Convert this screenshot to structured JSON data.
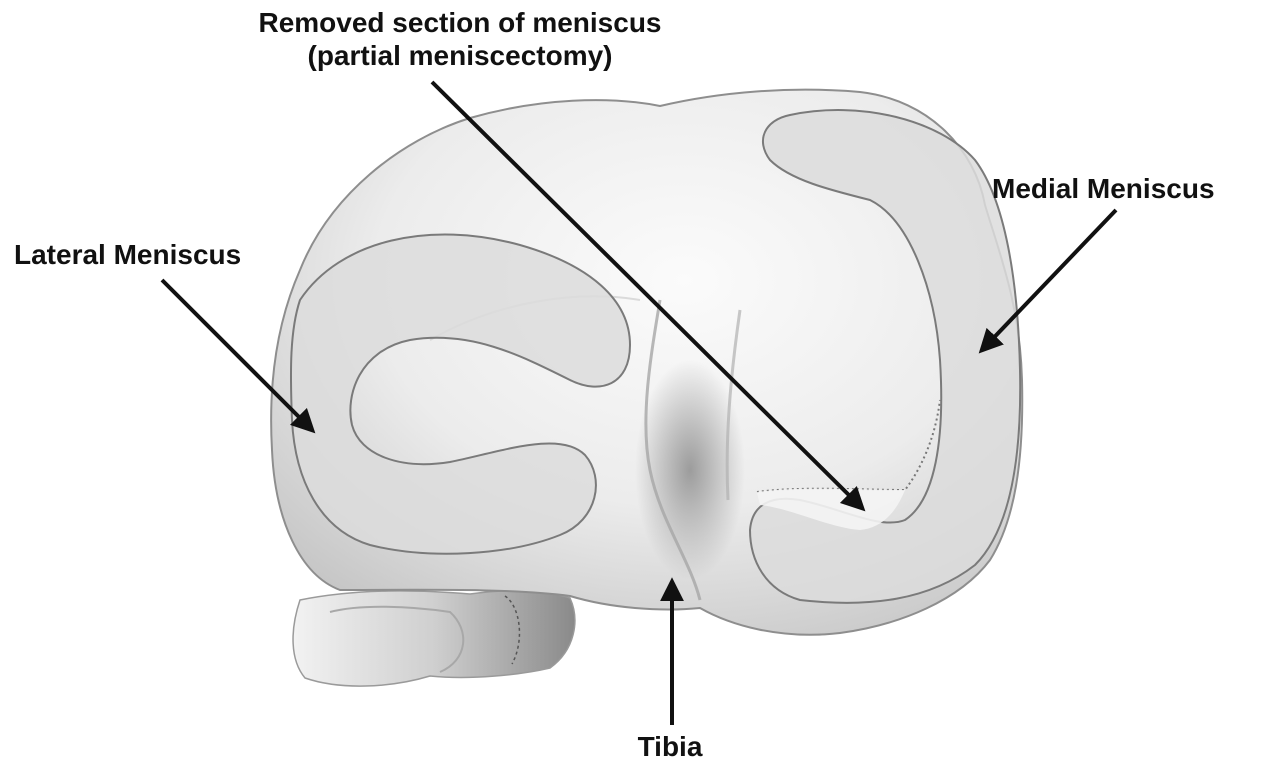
{
  "labels": {
    "removed_line1": "Removed section of meniscus",
    "removed_line2": "(partial meniscectomy)",
    "medial": "Medial Meniscus",
    "lateral": "Lateral Meniscus",
    "tibia": "Tibia"
  },
  "colors": {
    "bone": "#efefef",
    "bone_shadow": "#b9b9b9",
    "meniscus_fill": "#dcdcdc",
    "meniscus_outline": "#7a7a7a",
    "arrow": "#111111",
    "text": "#111111"
  }
}
